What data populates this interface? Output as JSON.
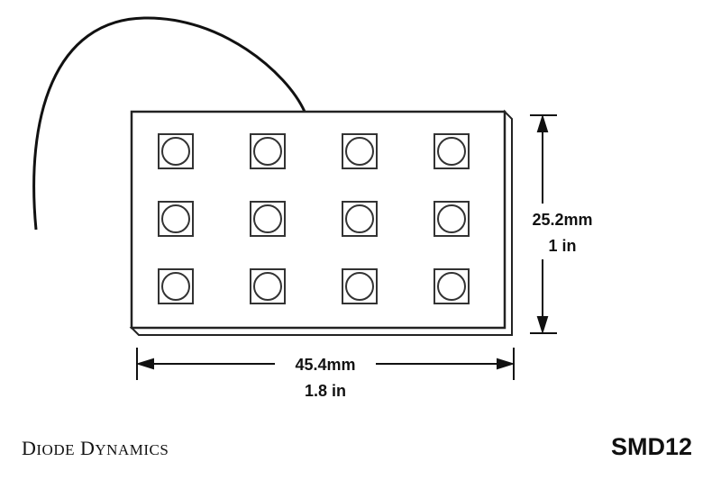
{
  "diagram": {
    "width_label_mm": "45.4mm",
    "width_label_in": "1.8 in",
    "height_label_mm": "25.2mm",
    "height_label_in": "1 in",
    "led_rows": 3,
    "led_cols": 4
  },
  "footer": {
    "brand_first": "D",
    "brand_first_rest": "IODE",
    "brand_second": "D",
    "brand_second_rest": "YNAMICS",
    "model": "SMD12"
  }
}
